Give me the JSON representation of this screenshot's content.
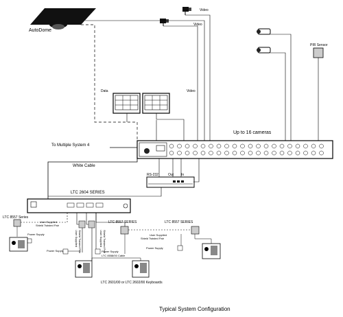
{
  "diagram": {
    "title": "Typical System Configuration",
    "autodome": "AutoDome",
    "pir_sensor": "PIR Sensor",
    "video_labels": [
      "Video",
      "Video",
      "Video"
    ],
    "data_label": "Data",
    "up_to_cameras": "Up to 16 cameras",
    "to_multiple": "To Multiple System 4",
    "white_cable": "White Cable",
    "rs232": "RS-232",
    "out": "Out",
    "in": "In",
    "ltc2604": "LTC 2604 SERIES",
    "ltc8557_left": "LTC 8557 Series",
    "ltc8557_mid": "LTC 8557 SERIES",
    "ltc8557_right": "LTC 8557 SERIES",
    "user_twisted_pair_1": "User Supplied",
    "user_twisted_pair_1b": "Shield Twisted Pair",
    "user_twisted_pair_2": "User Supplied",
    "user_twisted_pair_2b": "Shield Twisted Pair",
    "user_supplied_vert_1": "User Supplied",
    "user_supplied_vert_1b": "Shield Twisted Pair",
    "user_supplied_vert_2": "User Supplied",
    "user_supplied_vert_2b": "Shield Twisted Pair",
    "power_supply_labels": [
      "Power Supply",
      "Power Supply",
      "Power Supply",
      "Power Supply"
    ],
    "cable_ltc8558": "LTC 8558/00 Cable",
    "keyboards": "LTC 2601/00 or LTC 2602/00 Keyboards"
  }
}
